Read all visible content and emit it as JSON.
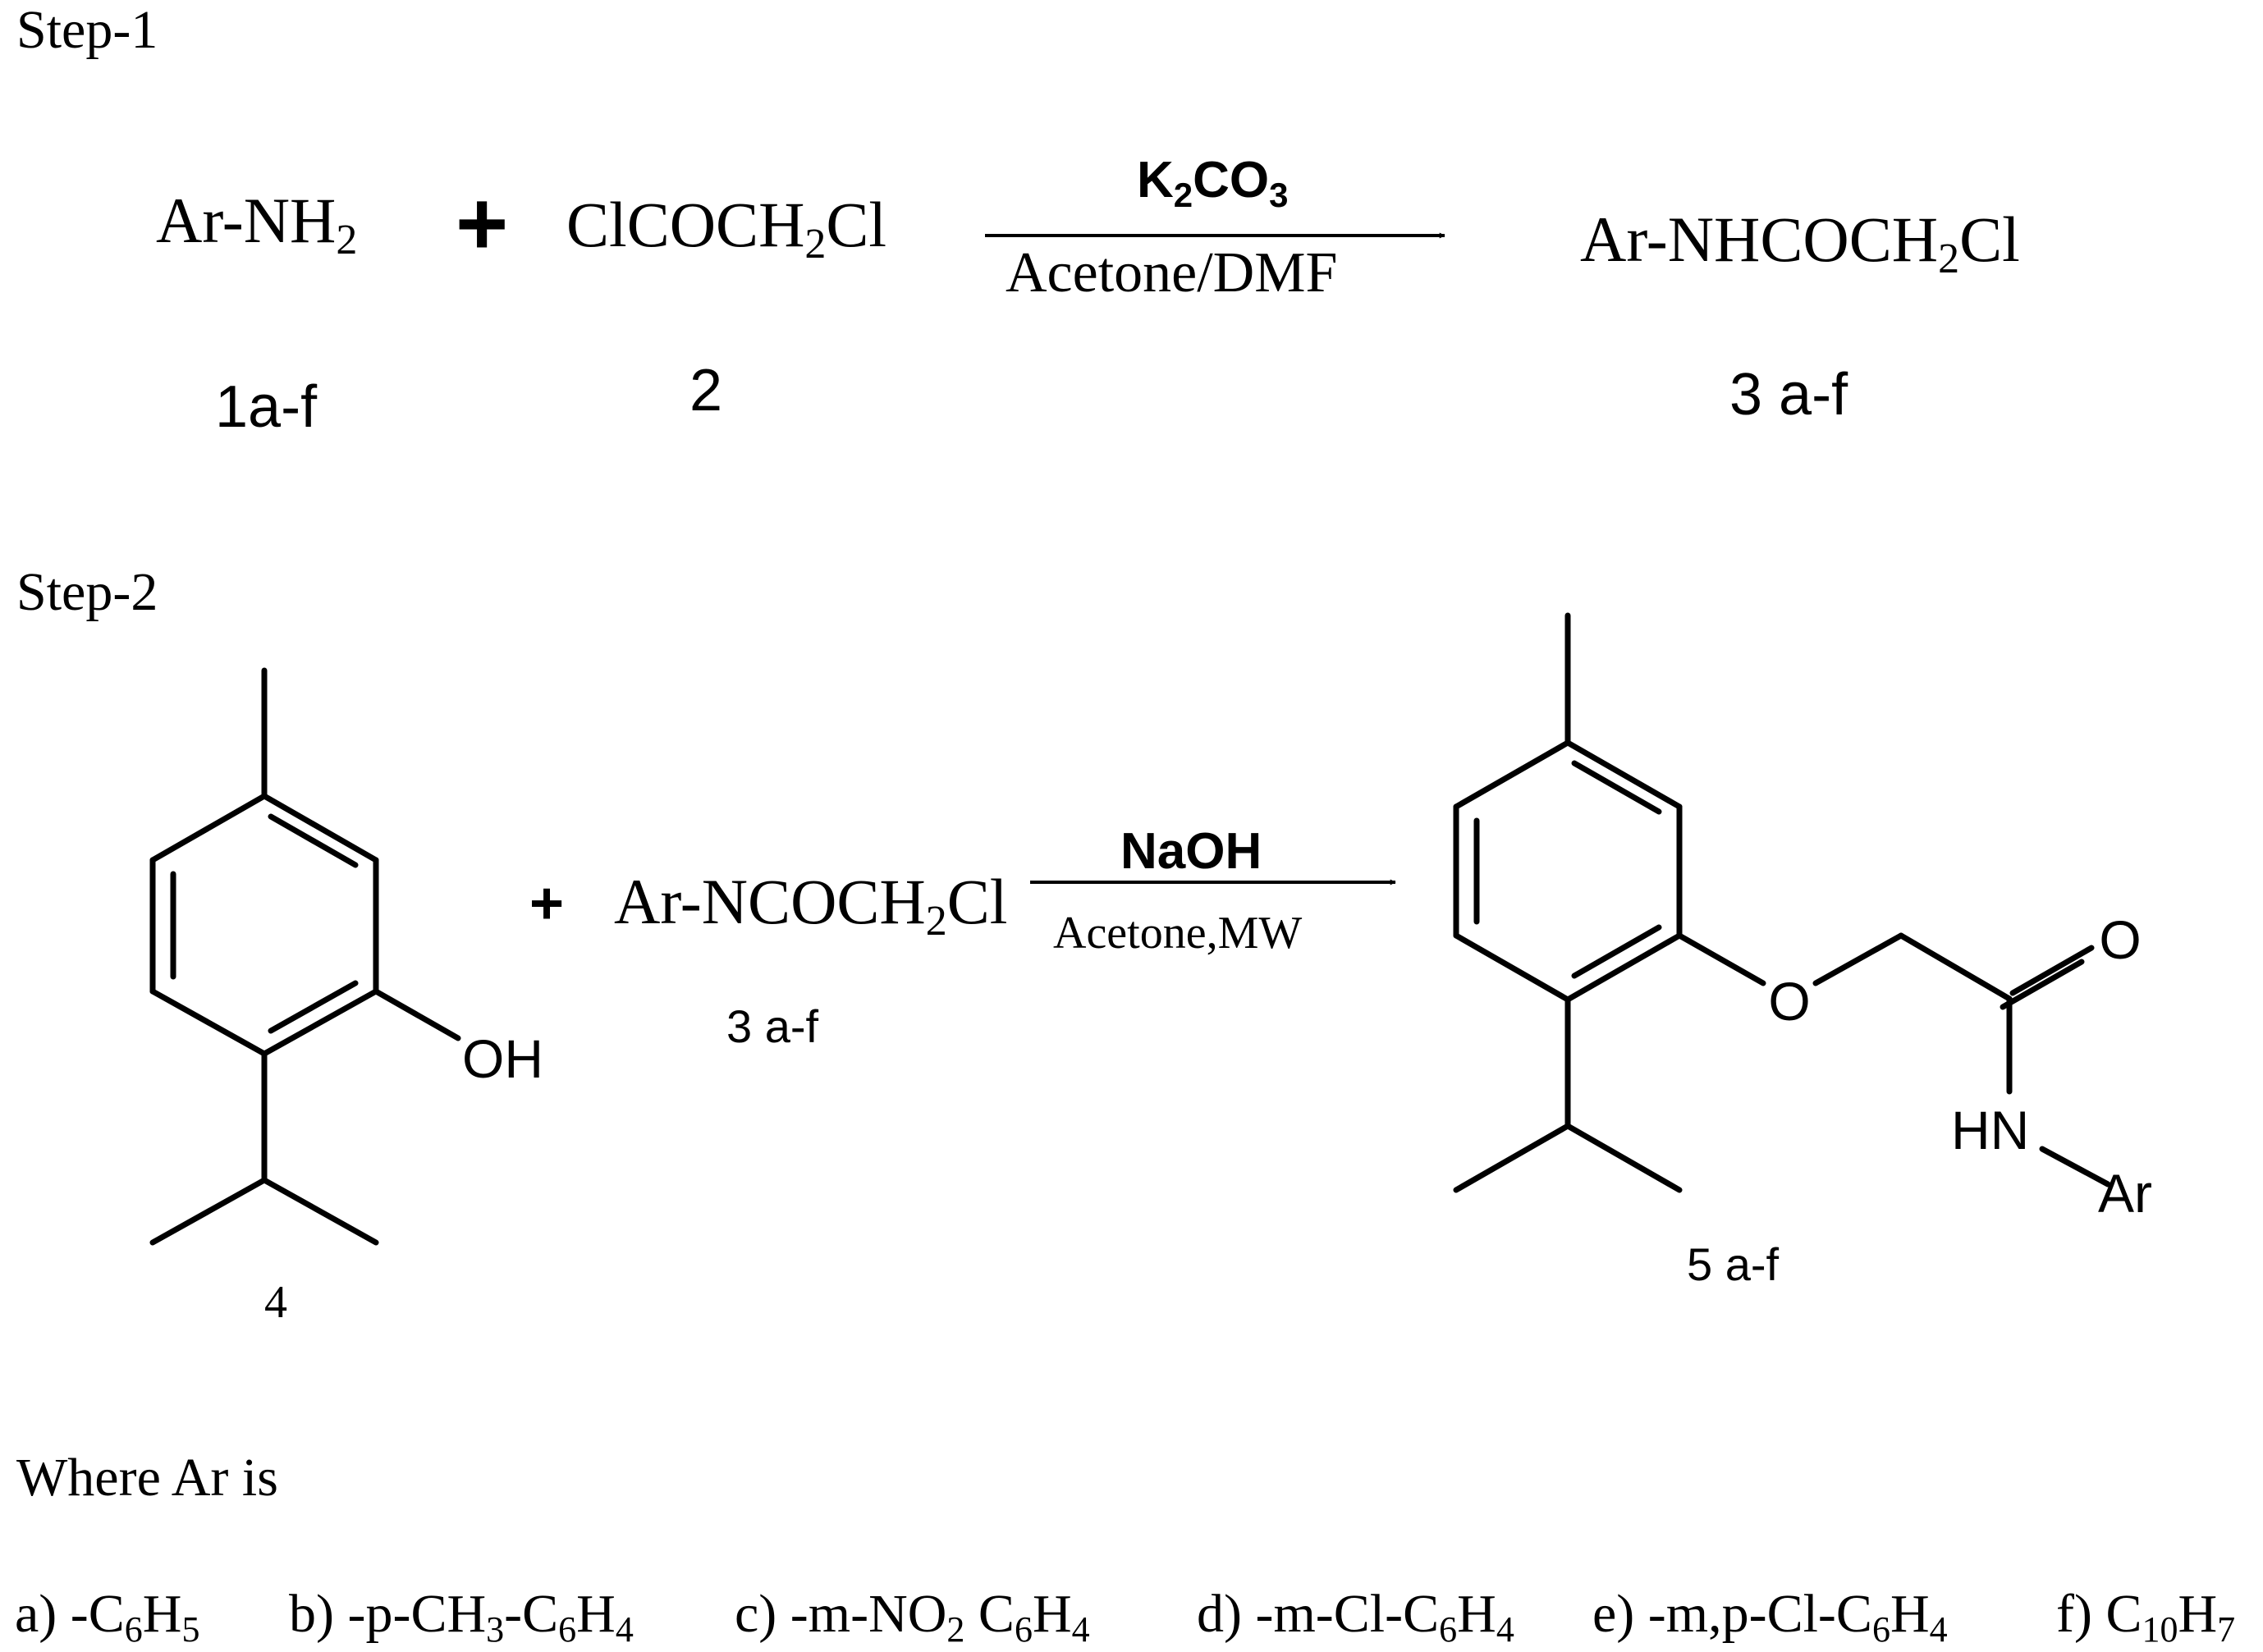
{
  "step1": {
    "label": "Step-1",
    "reactant1": {
      "main": "Ar-NH",
      "sub": "2",
      "id": "1a-f"
    },
    "plus": "+",
    "reactant2": {
      "pre": "ClCOCH",
      "sub": "2",
      "post": "Cl",
      "id": "2"
    },
    "reagent": {
      "pre": "K",
      "sub1": "2",
      "mid": "CO",
      "sub2": "3"
    },
    "solvent": "Acetone/DMF",
    "product": {
      "pre": "Ar-NHCOCH",
      "sub": "2",
      "post": "Cl",
      "id": "3 a-f"
    }
  },
  "step2": {
    "label": "Step-2",
    "reactant1": {
      "oh_label": "OH",
      "id": "4"
    },
    "plus": "+",
    "reactant2": {
      "pre": "Ar-NCOCH",
      "sub": "2",
      "post": "Cl",
      "id": "3 a-f"
    },
    "reagent": "NaOH",
    "conditions": "Acetone,MW",
    "product": {
      "o_label": "O",
      "carbonyl_o": "O",
      "nh_label": "HN",
      "ar_label": "Ar",
      "id": "5 a-f"
    }
  },
  "legend": {
    "title": "Where Ar is",
    "items": [
      {
        "tag": "a)",
        "parts": [
          {
            "t": " -C"
          },
          {
            "s": "6"
          },
          {
            "t": "H"
          },
          {
            "s": "5"
          }
        ]
      },
      {
        "tag": "b)",
        "parts": [
          {
            "t": " -p-CH"
          },
          {
            "s": "3"
          },
          {
            "t": "-C"
          },
          {
            "s": "6"
          },
          {
            "t": "H"
          },
          {
            "s": "4"
          }
        ]
      },
      {
        "tag": "c)",
        "parts": [
          {
            "t": " -m-NO"
          },
          {
            "s": "2"
          },
          {
            "t": " C"
          },
          {
            "s": "6"
          },
          {
            "t": "H"
          },
          {
            "s": "4"
          }
        ]
      },
      {
        "tag": "d)",
        "parts": [
          {
            "t": " -m-Cl-C"
          },
          {
            "s": "6"
          },
          {
            "t": "H"
          },
          {
            "s": "4"
          }
        ]
      },
      {
        "tag": "e)",
        "parts": [
          {
            "t": " -m,p-Cl-C"
          },
          {
            "s": "6"
          },
          {
            "t": "H"
          },
          {
            "s": "4"
          }
        ]
      },
      {
        "tag": "f)",
        "parts": [
          {
            "t": " C"
          },
          {
            "s": "10"
          },
          {
            "t": "H"
          },
          {
            "s": "7"
          }
        ]
      }
    ]
  }
}
